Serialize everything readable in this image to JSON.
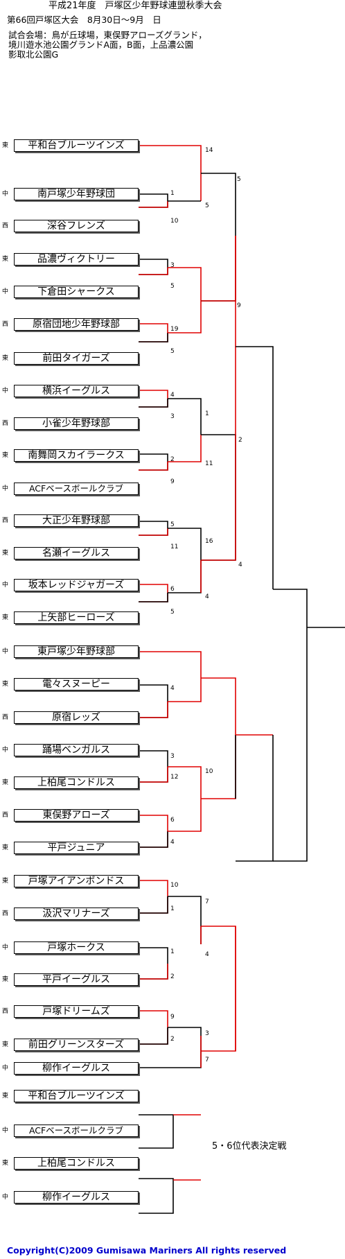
{
  "header": {
    "title": "平成21年度　戸塚区少年野球連盟秋季大会",
    "subtitle": "第66回戸塚区大会　8月30日～9月　日",
    "venue_line1": "試合会場：鳥が丘球場，東俣野アローズグランド，",
    "venue_line2": "境川遊水池公園グランドA面，B面，上品濃公園",
    "venue_line3": "影取北公園G"
  },
  "teams": [
    {
      "area": "東",
      "name": "平和台ブルーツインズ"
    },
    {
      "area": "中",
      "name": "南戸塚少年野球団"
    },
    {
      "area": "西",
      "name": "深谷フレンズ"
    },
    {
      "area": "東",
      "name": "品濃ヴィクトリー"
    },
    {
      "area": "中",
      "name": "下倉田シャークス"
    },
    {
      "area": "西",
      "name": "原宿団地少年野球部"
    },
    {
      "area": "東",
      "name": "前田タイガーズ"
    },
    {
      "area": "中",
      "name": "横浜イーグルス"
    },
    {
      "area": "西",
      "name": "小雀少年野球部"
    },
    {
      "area": "東",
      "name": "南舞岡スカイラークス"
    },
    {
      "area": "中",
      "name": "ACFベースボールクラブ"
    },
    {
      "area": "西",
      "name": "大正少年野球部"
    },
    {
      "area": "東",
      "name": "名瀬イーグルス"
    },
    {
      "area": "中",
      "name": "坂本レッドジャガーズ"
    },
    {
      "area": "東",
      "name": "上矢部ヒーローズ"
    },
    {
      "area": "中",
      "name": "東戸塚少年野球部"
    },
    {
      "area": "東",
      "name": "電々スヌーピー"
    },
    {
      "area": "西",
      "name": "原宿レッズ"
    },
    {
      "area": "中",
      "name": "踊場ベンガルス"
    },
    {
      "area": "東",
      "name": "上柏尾コンドルス"
    },
    {
      "area": "西",
      "name": "東俣野アローズ"
    },
    {
      "area": "東",
      "name": "平戸ジュニア"
    },
    {
      "area": "東",
      "name": "戸塚アイアンボンドス"
    },
    {
      "area": "西",
      "name": "汲沢マリナーズ"
    },
    {
      "area": "中",
      "name": "戸塚ホークス"
    },
    {
      "area": "東",
      "name": "平戸イーグルス"
    },
    {
      "area": "西",
      "name": "戸塚ドリームズ"
    },
    {
      "area": "東",
      "name": "前田グリーンスターズ"
    },
    {
      "area": "中",
      "name": "柳作イーグルス"
    }
  ],
  "playoff_teams": [
    {
      "area": "東",
      "name": "平和台ブルーツインズ"
    },
    {
      "area": "中",
      "name": "ACFベースボールクラブ"
    },
    {
      "area": "東",
      "name": "上柏尾コンドルス"
    },
    {
      "area": "中",
      "name": "柳作イーグルス"
    }
  ],
  "scores": [
    "14",
    "1",
    "10",
    "5",
    "3",
    "5",
    "19",
    "5",
    "9",
    "5",
    "4",
    "3",
    "1",
    "2",
    "9",
    "11",
    "2",
    "5",
    "11",
    "16",
    "6",
    "5",
    "4",
    "4",
    "4",
    "3",
    "12",
    "10",
    "6",
    "4",
    "10",
    "1",
    "7",
    "1",
    "2",
    "4",
    "9",
    "2",
    "3",
    "7"
  ],
  "playoff_note": "5・6位代表決定戦",
  "copyright": "Copyright(C)2009 Gumisawa Mariners All rights reserved",
  "colors": {
    "winner_line": "#e00000",
    "line": "#000000",
    "copyright": "#0000cc"
  }
}
